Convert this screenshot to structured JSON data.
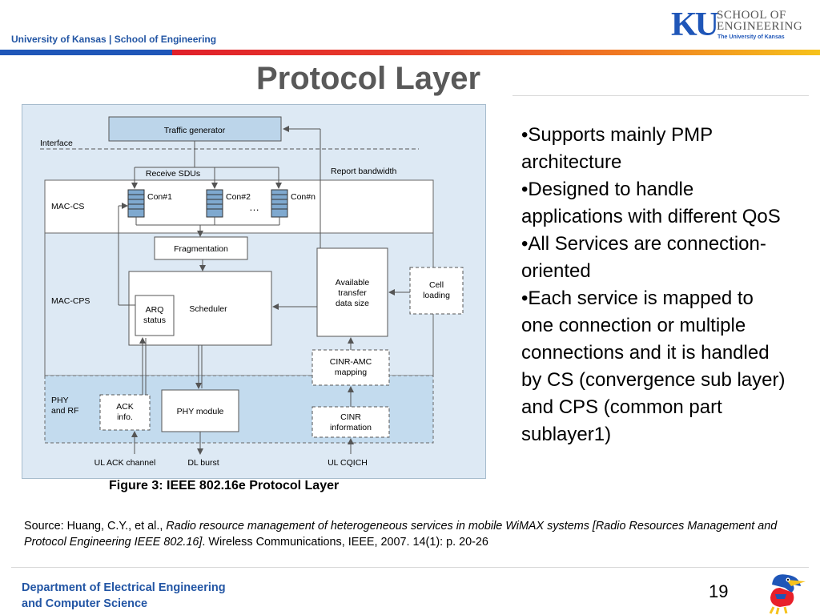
{
  "header": {
    "org": "University of Kansas | School of Engineering",
    "logo": {
      "mark": "KU",
      "line1": "SCHOOL OF",
      "line2": "ENGINEERING",
      "line3": "The University of Kansas"
    }
  },
  "title": "Protocol Layer",
  "diagram": {
    "interface_label": "Interface",
    "traffic_generator": "Traffic generator",
    "receive_sdus": "Receive SDUs",
    "report_bandwidth": "Report bandwidth",
    "mac_cs": "MAC-CS",
    "mac_cps": "MAC-CPS",
    "phy_line1": "PHY",
    "phy_line2": "and RF",
    "con1": "Con#1",
    "con2": "Con#2",
    "conn": "Con#n",
    "ellipsis": "…",
    "fragmentation": "Fragmentation",
    "scheduler": "Scheduler",
    "arq_line1": "ARQ",
    "arq_line2": "status",
    "avail_line1": "Available",
    "avail_line2": "transfer",
    "avail_line3": "data size",
    "cell_line1": "Cell",
    "cell_line2": "loading",
    "cinr_amc_line1": "CINR-AMC",
    "cinr_amc_line2": "mapping",
    "ack_line1": "ACK",
    "ack_line2": "info.",
    "phy_module": "PHY module",
    "cinr_info_line1": "CINR",
    "cinr_info_line2": "information",
    "ul_ack": "UL ACK channel",
    "dl_burst": "DL burst",
    "ul_cqich": "UL CQICH"
  },
  "caption": "Figure 3: IEEE 802.16e Protocol Layer",
  "bullets": [
    "•Supports mainly PMP architecture",
    "•Designed to handle applications with different QoS",
    "•All Services are connection-oriented",
    "•Each service is mapped to one connection or multiple connections and it is handled by CS (convergence sub layer) and CPS (common part sublayer1)"
  ],
  "source": {
    "prefix": "Source: Huang, C.Y., et al., ",
    "italic": "Radio resource management of heterogeneous services in mobile WiMAX systems [Radio Resources Management and Protocol Engineering IEEE 802.16]",
    "suffix": ". Wireless Communications, IEEE, 2007. 14(1): p. 20-26"
  },
  "footer": {
    "dept_line1": "Department of Electrical Engineering",
    "dept_line2": "and Computer Science",
    "page": "19"
  },
  "colors": {
    "blue": "#1f56b8",
    "title_gray": "#595959",
    "diagram_bg": "#dde9f4",
    "box_fill": "#bcd5ea"
  },
  "icons": {
    "mascot": "jayhawk-mascot-icon"
  }
}
